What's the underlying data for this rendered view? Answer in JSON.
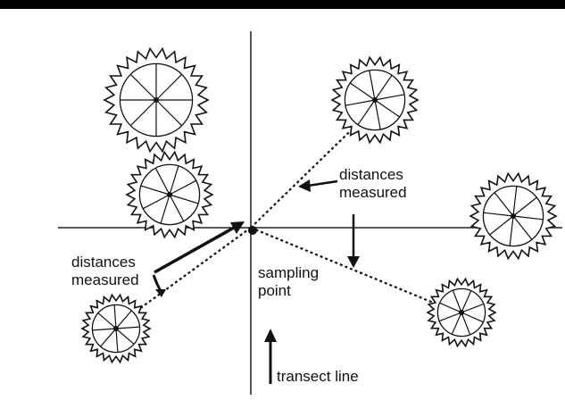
{
  "labels": {
    "distances_measured_right": [
      "distances",
      "measured"
    ],
    "distances_measured_left": [
      "distances",
      "measured"
    ],
    "sampling_point": [
      "sampling",
      "point"
    ],
    "transect_line": "transect line"
  },
  "colors": {
    "background": "#ffffff",
    "ink": "#111111",
    "top_bar": "#000000"
  },
  "icons": [
    "tree-crown-icon",
    "arrow-icon"
  ]
}
